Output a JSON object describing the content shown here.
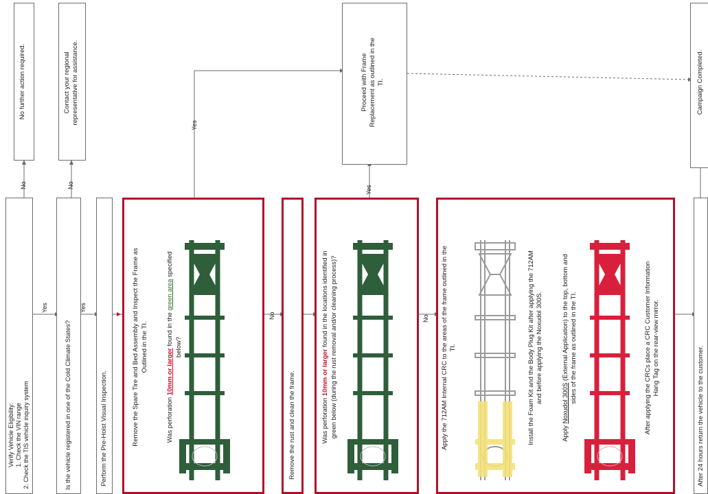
{
  "boxes": {
    "no_action": "No further action required.",
    "contact_rep_1": "Contact your regional",
    "contact_rep_2": "representative for assistance.",
    "frame_replacement_1": "Proceed with Frame",
    "frame_replacement_2": "Replacement as outlined in the",
    "frame_replacement_3": "TI.",
    "campaign_completed": "Campaign Completed.",
    "verify_1": "Verify Vehicle Eligibility:",
    "verify_2": "1. Check the VIN range",
    "verify_3": "2. Check the TIS vehicle inquiry system",
    "cold_climate": "Is the vehicle registered in one of the Cold Climate States?",
    "pre_hoist": "Perform the Pre-Hoist Visual Inspection.",
    "remove_spare_1": "Remove the Spare Tire and Bed Assembly and Inspect the Frame as",
    "remove_spare_2": "Outlined in the TI.",
    "perforation_q1_a": "Was perforation ",
    "perforation_q1_b": "10mm or larger",
    "perforation_q1_c": " found in the ",
    "perforation_q1_d": "green area",
    "perforation_q1_e": " specified",
    "perforation_q1_f": "below?",
    "remove_rust": "Remove the rust and clean the frame.",
    "perforation_q2_a": "Was perforation ",
    "perforation_q2_b": "10mm or larger",
    "perforation_q2_c": " found in the locations identified in",
    "perforation_q2_d": "green below (during the rust removal and/or cleaning process)?",
    "apply_crc_1": "Apply the 712AM Internal CRC to the areas of the frame outlined in the",
    "apply_crc_2": "TI.",
    "foam_kit_1": "Install the Foam Kit and the Body Plug Kit after applying the 712AM",
    "foam_kit_2": "and before applying the Noxudol 300S.",
    "noxudol_a": "Apply ",
    "noxudol_b": "Noxudol 300S",
    "noxudol_c": " (External Application) to the top, bottom and",
    "noxudol_d": "sides of the frame as outlined in the TI.",
    "hang_tag_1": "After applying the CRCs place a CRC Customer Information",
    "hang_tag_2": "Hang Tag on the rear-view mirror.",
    "return_vehicle": "After 24 hours return the vehicle to the customer."
  },
  "labels": {
    "no": "No",
    "yes": "Yes"
  },
  "colors": {
    "red_border": "#b0102a",
    "frame_green": "#2e5e3a",
    "frame_red": "#d8203c",
    "frame_yellow": "#f3e27a",
    "line": "#6b6b6b"
  },
  "icons": [
    "frame-diagram-green",
    "frame-diagram-green",
    "frame-diagram-outline",
    "frame-diagram-red"
  ]
}
